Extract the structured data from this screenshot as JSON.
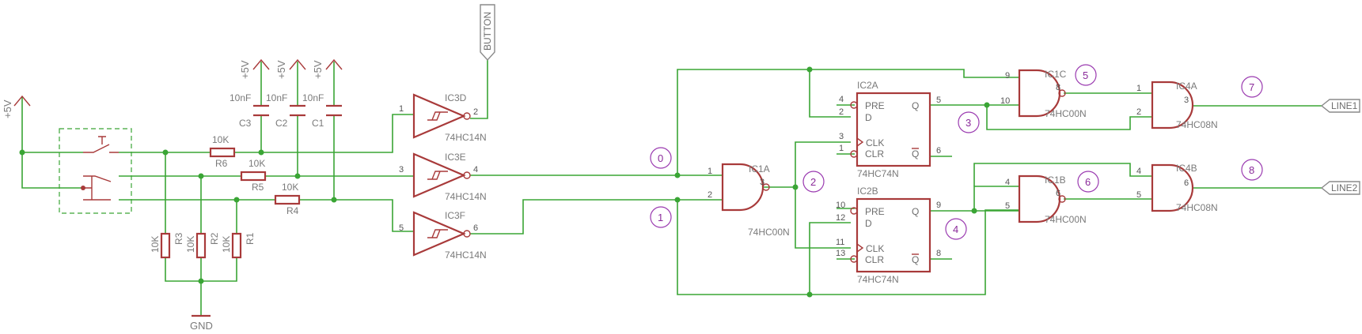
{
  "supply": {
    "vcc": "+5V",
    "gnd": "GND"
  },
  "ports": {
    "button": "BUTTON",
    "line1": "LINE1",
    "line2": "LINE2"
  },
  "capacitors": [
    {
      "ref": "C3",
      "value": "10nF"
    },
    {
      "ref": "C2",
      "value": "10nF"
    },
    {
      "ref": "C1",
      "value": "10nF"
    }
  ],
  "resistors": {
    "series": [
      {
        "ref": "R6",
        "value": "10K"
      },
      {
        "ref": "R5",
        "value": "10K"
      },
      {
        "ref": "R4",
        "value": "10K"
      }
    ],
    "pulldown": [
      {
        "ref": "R3",
        "value": "10K"
      },
      {
        "ref": "R2",
        "value": "10K"
      },
      {
        "ref": "R1",
        "value": "10K"
      }
    ]
  },
  "schmitt_inverters": [
    {
      "ref": "IC3D",
      "part": "74HC14N",
      "pin_in": "1",
      "pin_out": "2"
    },
    {
      "ref": "IC3E",
      "part": "74HC14N",
      "pin_in": "3",
      "pin_out": "4"
    },
    {
      "ref": "IC3F",
      "part": "74HC14N",
      "pin_in": "5",
      "pin_out": "6"
    }
  ],
  "nand_gates": [
    {
      "ref": "IC1A",
      "part": "74HC00N",
      "pins": [
        "1",
        "2",
        "3"
      ]
    },
    {
      "ref": "IC1C",
      "part": "74HC00N",
      "pins": [
        "9",
        "10",
        "8"
      ]
    },
    {
      "ref": "IC1B",
      "part": "74HC00N",
      "pins": [
        "4",
        "5",
        "6"
      ]
    }
  ],
  "and_gates": [
    {
      "ref": "IC4A",
      "part": "74HC08N",
      "pins": [
        "1",
        "2",
        "3"
      ]
    },
    {
      "ref": "IC4B",
      "part": "74HC08N",
      "pins": [
        "4",
        "5",
        "6"
      ]
    }
  ],
  "flipflops": [
    {
      "ref": "IC2A",
      "part": "74HC74N",
      "labels": [
        "PRE",
        "D",
        "CLK",
        "CLR",
        "Q",
        "Q"
      ],
      "pins": [
        "4",
        "2",
        "3",
        "1",
        "5",
        "6"
      ]
    },
    {
      "ref": "IC2B",
      "part": "74HC74N",
      "labels": [
        "PRE",
        "D",
        "CLK",
        "CLR",
        "Q",
        "Q"
      ],
      "pins": [
        "10",
        "12",
        "11",
        "13",
        "9",
        "8"
      ]
    }
  ],
  "markers": [
    "0",
    "1",
    "2",
    "3",
    "4",
    "5",
    "6",
    "7",
    "8"
  ],
  "colors": {
    "wire": "#3aa535",
    "part": "#a83a3a",
    "marker": "#9a3ab0",
    "label": "#7a7a7a"
  }
}
